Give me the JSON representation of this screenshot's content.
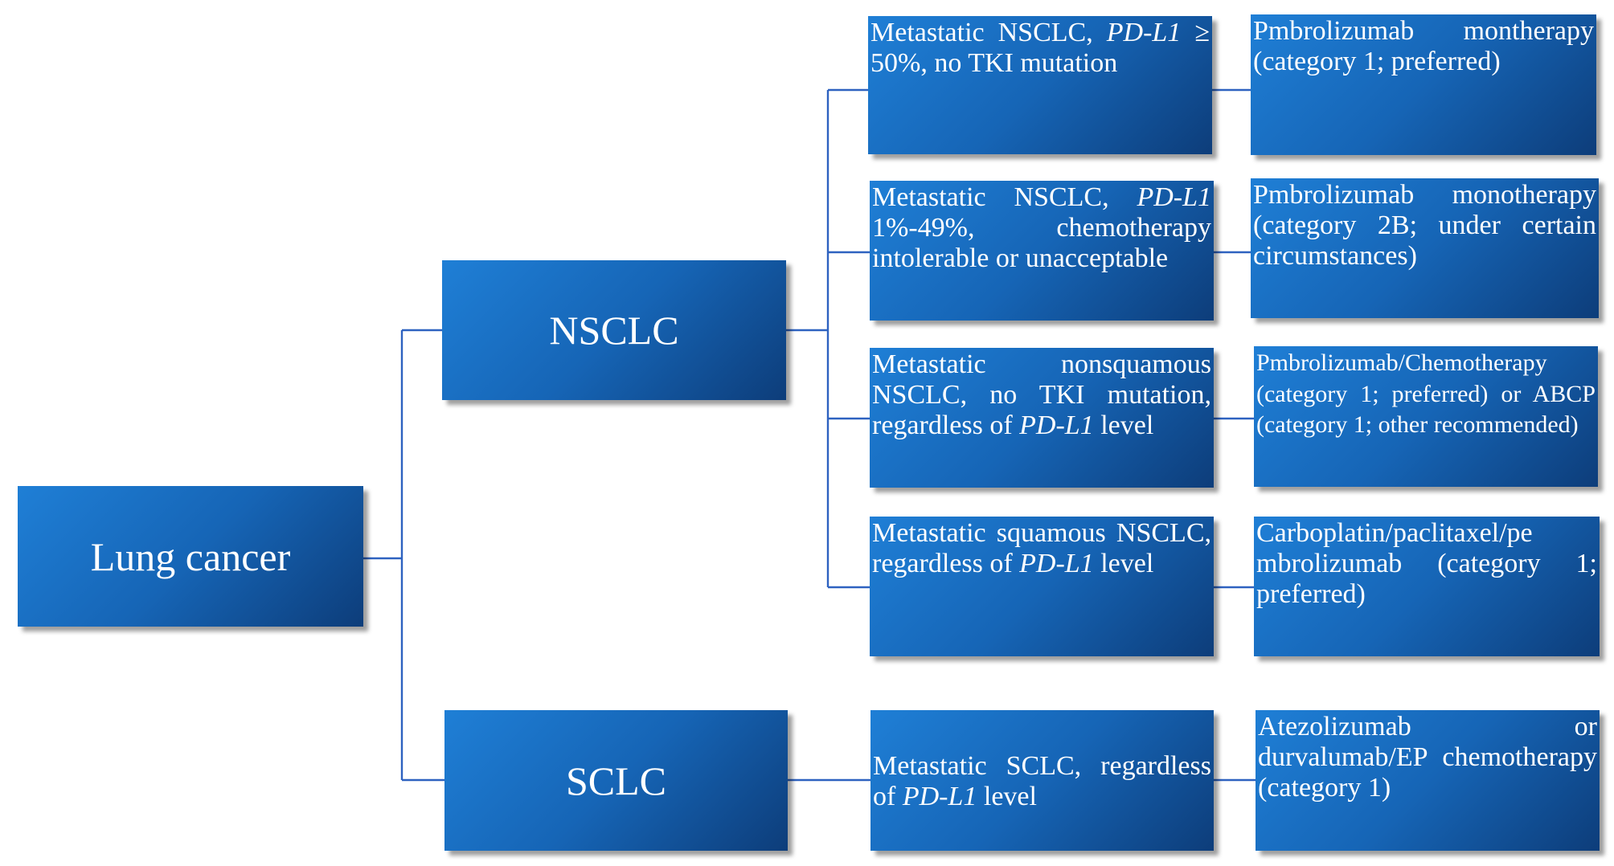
{
  "root": {
    "label": "Lung cancer"
  },
  "branches": [
    {
      "label": "NSCLC",
      "conditions": [
        {
          "segments": [
            {
              "text": "Metastatic NSCLC, ",
              "italic": false
            },
            {
              "text": "PD-L1",
              "italic": true
            },
            {
              "text": " ≥ 50%, no TKI mutation",
              "italic": false
            }
          ],
          "treatment": "Pmbrolizumab montherapy (category 1; preferred)"
        },
        {
          "segments": [
            {
              "text": "Metastatic NSCLC, ",
              "italic": false
            },
            {
              "text": "PD-L1",
              "italic": true
            },
            {
              "text": " 1%-49%, chemotherapy intolerable or unacceptable",
              "italic": false
            }
          ],
          "treatment": "Pmbrolizumab monotherapy (category 2B; under certain circumstances)"
        },
        {
          "segments": [
            {
              "text": "Metastatic nonsquamous NSCLC, no TKI mutation, regardless of ",
              "italic": false
            },
            {
              "text": "PD-L1",
              "italic": true
            },
            {
              "text": " level",
              "italic": false
            }
          ],
          "treatment": "Pmbrolizumab/Chemotherapy (category 1; preferred) or ABCP (category 1; other recommended)"
        },
        {
          "segments": [
            {
              "text": "Metastatic squamous NSCLC, regardless of ",
              "italic": false
            },
            {
              "text": "PD-L1",
              "italic": true
            },
            {
              "text": " level",
              "italic": false
            }
          ],
          "treatment": "Carboplatin/paclitaxel/pe mbrolizumab (category 1; preferred)"
        }
      ]
    },
    {
      "label": "SCLC",
      "conditions": [
        {
          "segments": [
            {
              "text": "Metastatic SCLC, regardless of ",
              "italic": false
            },
            {
              "text": "PD-L1",
              "italic": true
            },
            {
              "text": " level",
              "italic": false
            }
          ],
          "treatment": "Atezolizumab or durvalumab/EP chemotherapy (category 1)"
        }
      ]
    }
  ],
  "colors": {
    "box_light": "#1f7fd6",
    "box_dark": "#0d3d7a",
    "connector": "#2e62c0",
    "text": "#ffffff"
  }
}
